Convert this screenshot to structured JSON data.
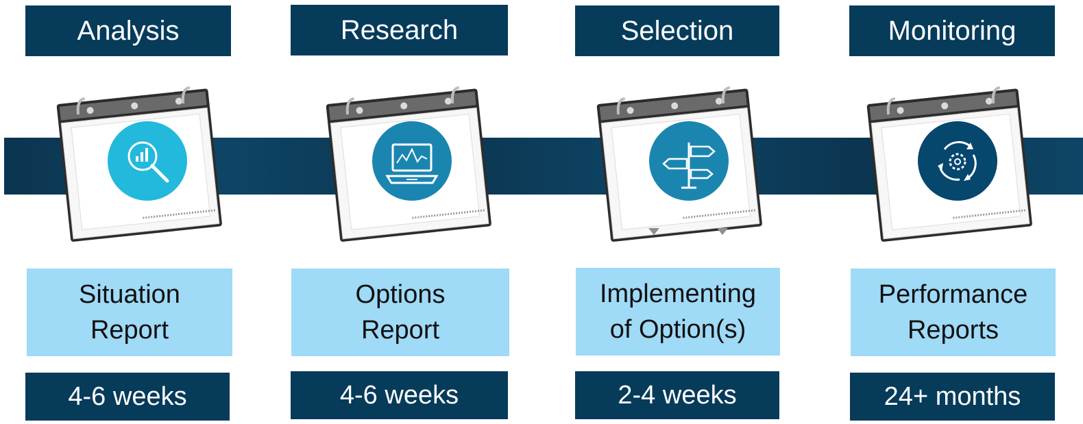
{
  "stages": [
    {
      "title": "Analysis",
      "report": "Situation\nReport",
      "duration": "4-6 weeks",
      "icon": "magnifier-chart-icon",
      "icon_color": "#23b9dc"
    },
    {
      "title": "Research",
      "report": "Options\nReport",
      "duration": "4-6 weeks",
      "icon": "laptop-chart-icon",
      "icon_color": "#1a86b0"
    },
    {
      "title": "Selection",
      "report": "Implementing\nof Option(s)",
      "duration": "2-4 weeks",
      "icon": "signpost-icon",
      "icon_color": "#1a86b0"
    },
    {
      "title": "Monitoring",
      "report": "Performance\nReports",
      "duration": "24+ months",
      "icon": "cycle-gear-icon",
      "icon_color": "#06476e"
    }
  ],
  "colors": {
    "dark_navy": "#073b5a",
    "light_blue": "#9fdaf7",
    "band": "#0b3550"
  }
}
